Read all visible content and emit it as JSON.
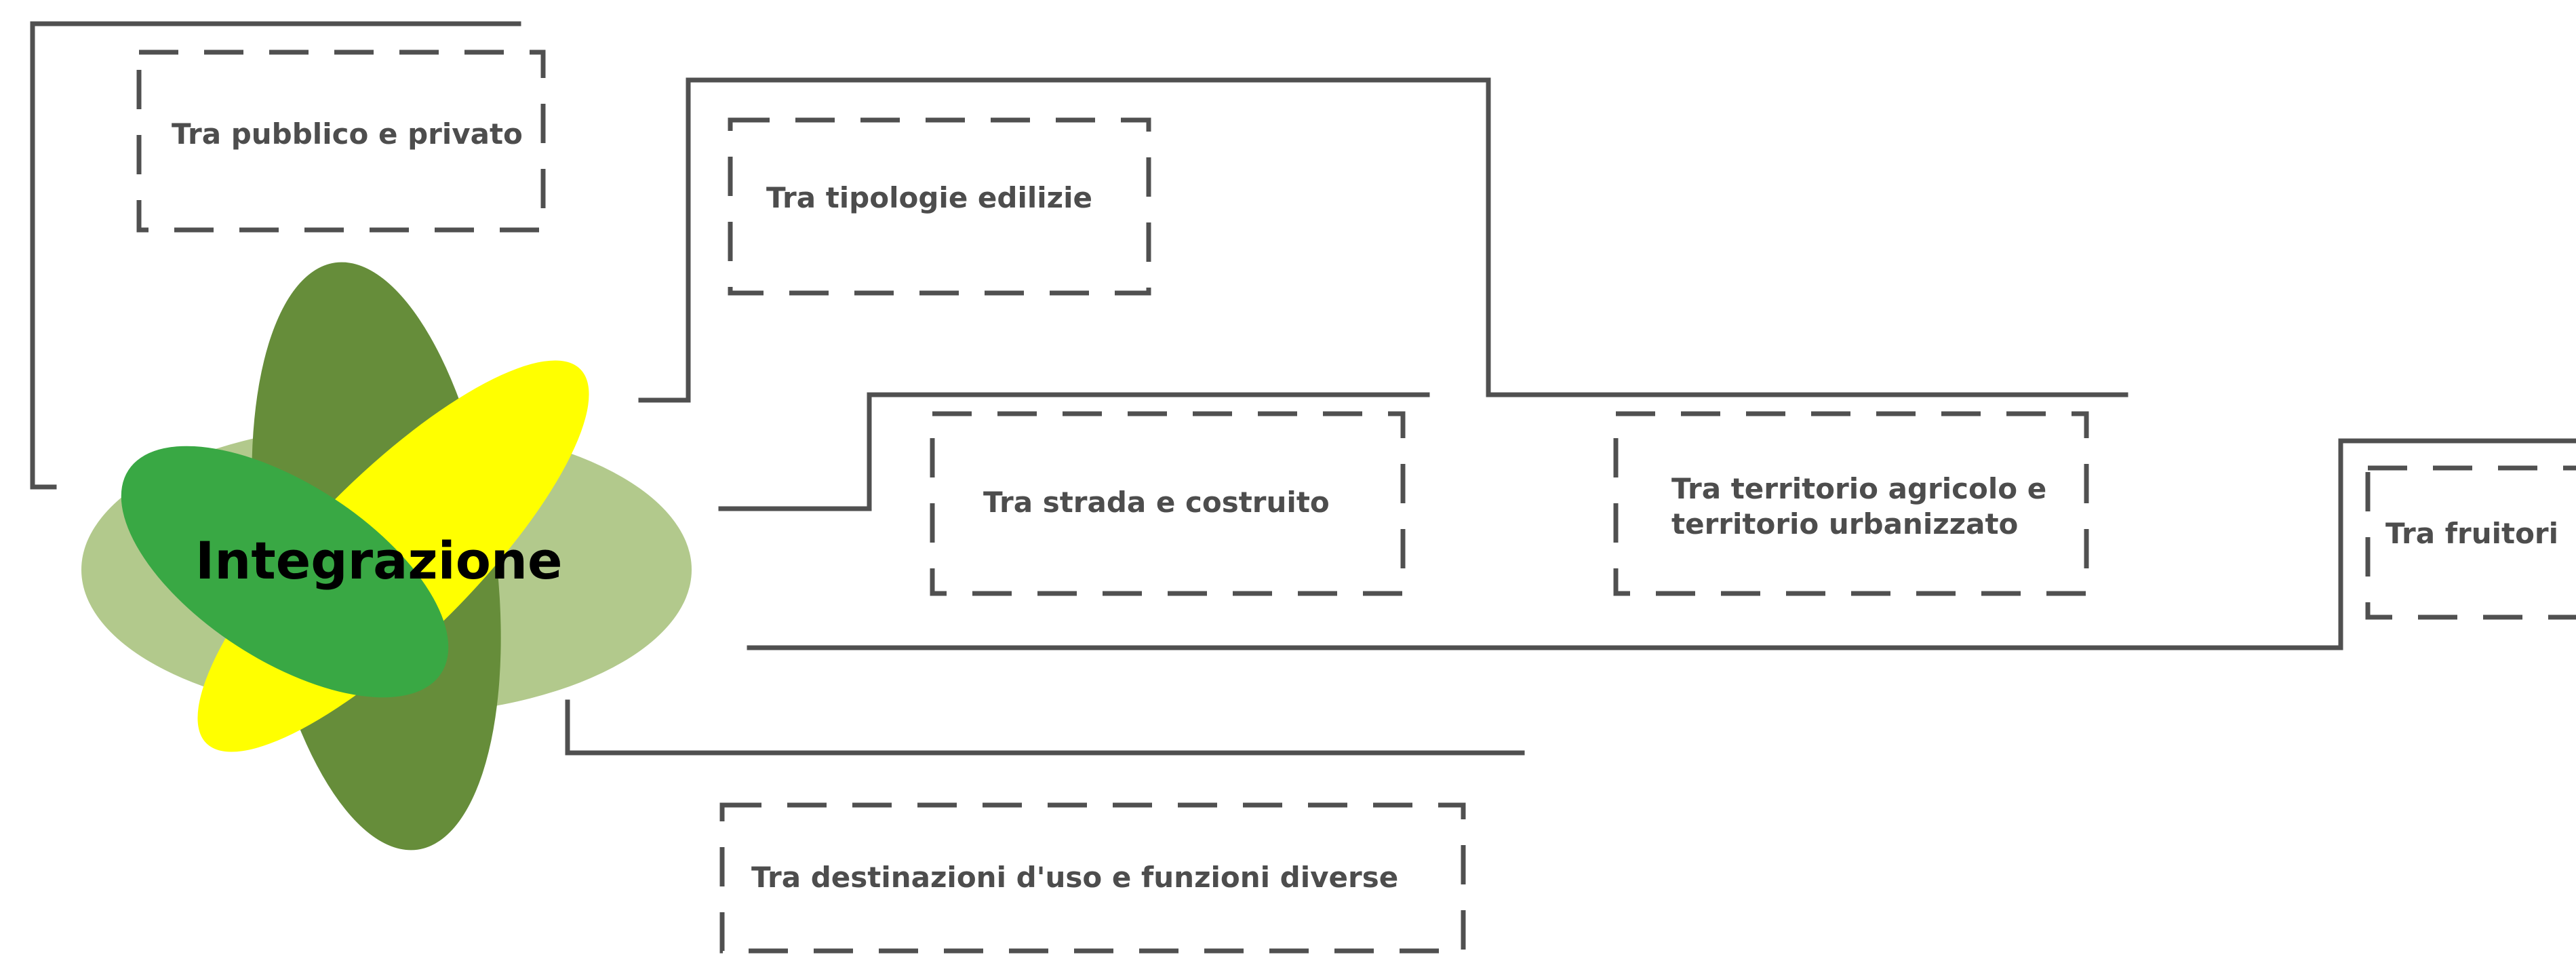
{
  "diagram": {
    "central_label": "Integrazione",
    "items": [
      {
        "label": "Tra pubblico e privato"
      },
      {
        "label": "Tra tipologie edilizie"
      },
      {
        "label": "Tra strada e costruito"
      },
      {
        "label": "Tra territorio agricolo e territorio urbanizzato",
        "lines": [
          "Tra territorio agricolo e",
          "territorio urbanizzato"
        ]
      },
      {
        "label": "Tra fruitori"
      },
      {
        "label": "Tra destinazioni d'uso e funzioni diverse"
      }
    ]
  },
  "colors": {
    "lines": "#505050",
    "text": "#4d4d4d",
    "petal_light": "#b2c98c",
    "petal_olive": "#668d3a",
    "petal_yellow": "#ffff00",
    "petal_green": "#39a844"
  }
}
